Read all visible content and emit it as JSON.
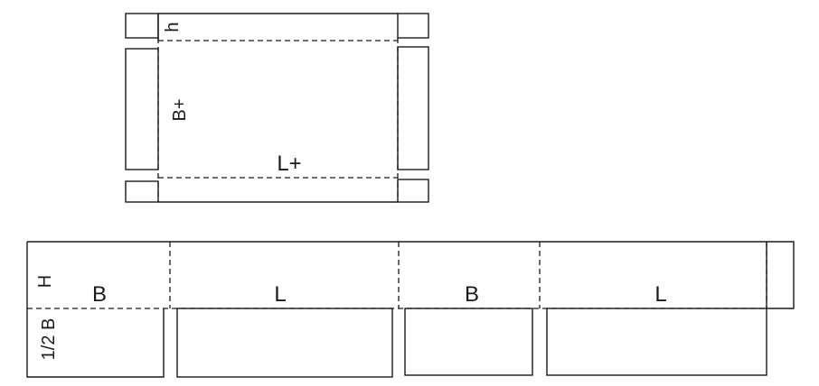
{
  "labels": {
    "lid_height": "h",
    "lid_width": "B+",
    "lid_length": "L+",
    "box_height": "H",
    "panel_b1": "B",
    "panel_l1": "L",
    "panel_b2": "B",
    "panel_l2": "L",
    "half_b": "1/2 B"
  }
}
